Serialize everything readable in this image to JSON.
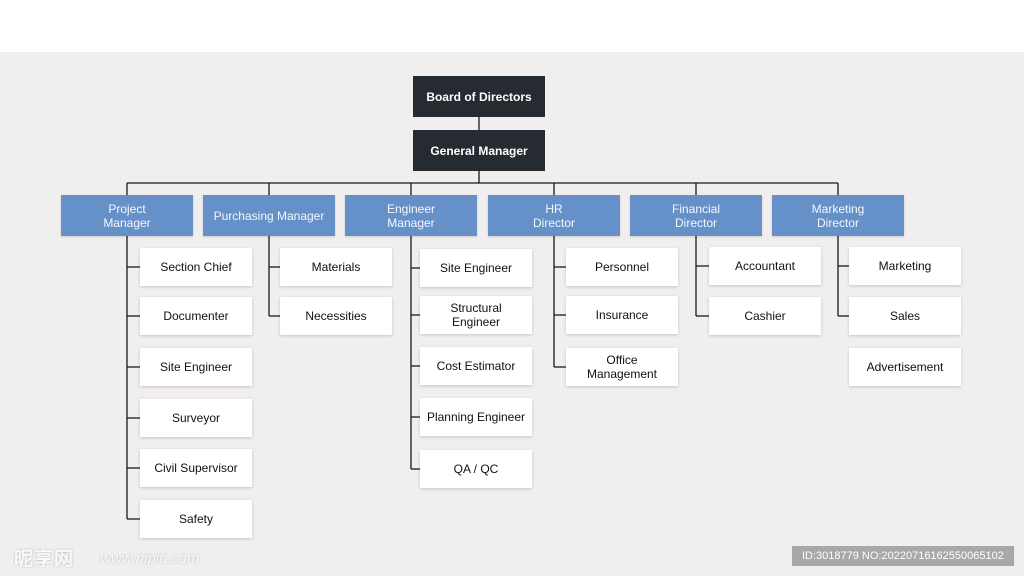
{
  "chart": {
    "top": [
      {
        "label": "Board of Directors"
      },
      {
        "label": "General Manager"
      }
    ],
    "departments": [
      {
        "label": "Project\nManager",
        "children": [
          "Section Chief",
          "Documenter",
          "Site Engineer",
          "Surveyor",
          "Civil Supervisor",
          "Safety"
        ]
      },
      {
        "label": "Purchasing Manager",
        "children": [
          "Materials",
          "Necessities"
        ]
      },
      {
        "label": "Engineer\nManager",
        "children": [
          "Site Engineer",
          "Structural\nEngineer",
          "Cost Estimator",
          "Planning Engineer",
          "QA / QC"
        ]
      },
      {
        "label": "HR\nDirector",
        "children": [
          "Personnel",
          "Insurance",
          "Office\nManagement"
        ]
      },
      {
        "label": "Financial\nDirector",
        "children": [
          "Accountant",
          "Cashier"
        ]
      },
      {
        "label": "Marketing\nDirector",
        "children": [
          "Marketing",
          "Sales"
        ]
      }
    ],
    "standalone": [
      {
        "label": "Advertisement"
      }
    ]
  },
  "watermark": {
    "logo": "昵享网",
    "url": "www.nipic.com",
    "id": "ID:3018779 NO:20220716162550065102"
  },
  "colors": {
    "top_box": "#262a31",
    "dept_box": "#6590c8",
    "sub_box": "#ffffff",
    "line": "#1a1a1a",
    "background": "#f1eeef"
  }
}
